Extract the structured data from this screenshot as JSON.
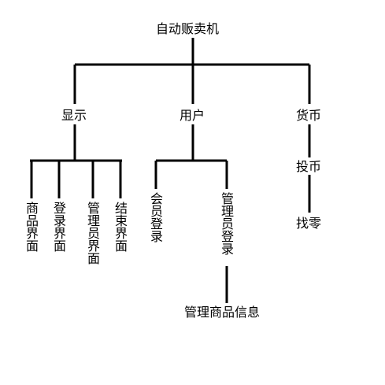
{
  "root": "自动贩卖机",
  "branches": {
    "display": {
      "label": "显示",
      "children": [
        "商品界面",
        "登录界面",
        "管理员界面",
        "结束界面"
      ]
    },
    "user": {
      "label": "用户",
      "children": [
        "会员登录",
        "管理员登录"
      ],
      "admin_child": "管理商品信息"
    },
    "currency": {
      "label": "货币",
      "children": [
        "投币",
        "找零"
      ]
    }
  },
  "colors": {
    "line": "#000000",
    "text": "#000000",
    "background": "#ffffff"
  }
}
